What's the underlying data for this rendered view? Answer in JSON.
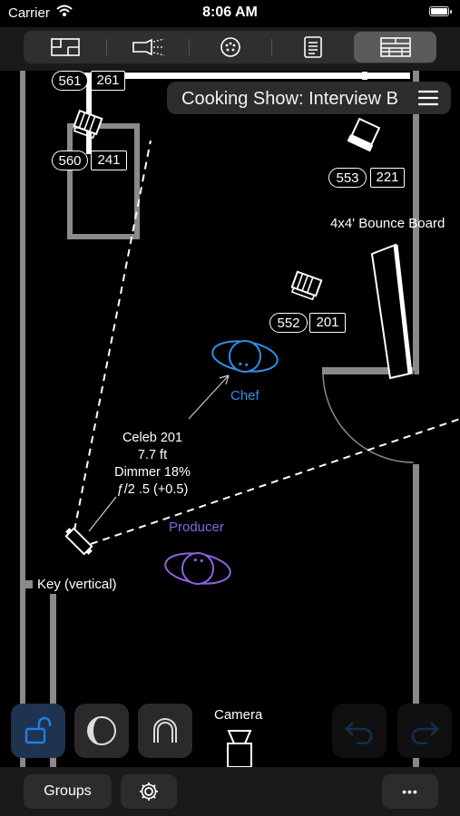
{
  "status": {
    "carrier": "Carrier",
    "time": "8:06 AM"
  },
  "toolbar": {
    "tabs": [
      {
        "id": "floorplan",
        "icon": "floorplan-icon",
        "selected": false
      },
      {
        "id": "light",
        "icon": "light-fixture-icon",
        "selected": false
      },
      {
        "id": "connector",
        "icon": "dmx-connector-icon",
        "selected": false
      },
      {
        "id": "notes",
        "icon": "notes-icon",
        "selected": false
      },
      {
        "id": "table",
        "icon": "table-view-icon",
        "selected": true
      }
    ]
  },
  "plot": {
    "title": "Cooking Show: Interview B",
    "fixtures": [
      {
        "channel": "561",
        "dimmer": "261"
      },
      {
        "channel": "560",
        "dimmer": "241"
      },
      {
        "channel": "553",
        "dimmer": "221"
      },
      {
        "channel": "552",
        "dimmer": "201"
      }
    ],
    "bounce_label": "4x4' Bounce Board",
    "people": [
      {
        "name": "Chef",
        "color": "#2f8fe8"
      },
      {
        "name": "Producer",
        "color": "#8b63e0"
      }
    ],
    "key_info": {
      "line1": "Celeb 201",
      "line2": "7.7 ft",
      "line3": "Dimmer 18%",
      "line4": "ƒ/2 .5 (+0.5)"
    },
    "key_label": "Key (vertical)",
    "camera_label": "Camera"
  },
  "tools": {
    "lock": "lock-open-icon",
    "contrast": "contrast-icon",
    "magnet": "magnet-icon",
    "undo": "undo-icon",
    "redo": "redo-icon"
  },
  "bottom": {
    "groups_label": "Groups",
    "more_label": "•••"
  },
  "colors": {
    "accent": "#1f7ee8",
    "chef": "#2f8fe8",
    "producer": "#8b63e0",
    "wall": "#8a8a8a"
  }
}
